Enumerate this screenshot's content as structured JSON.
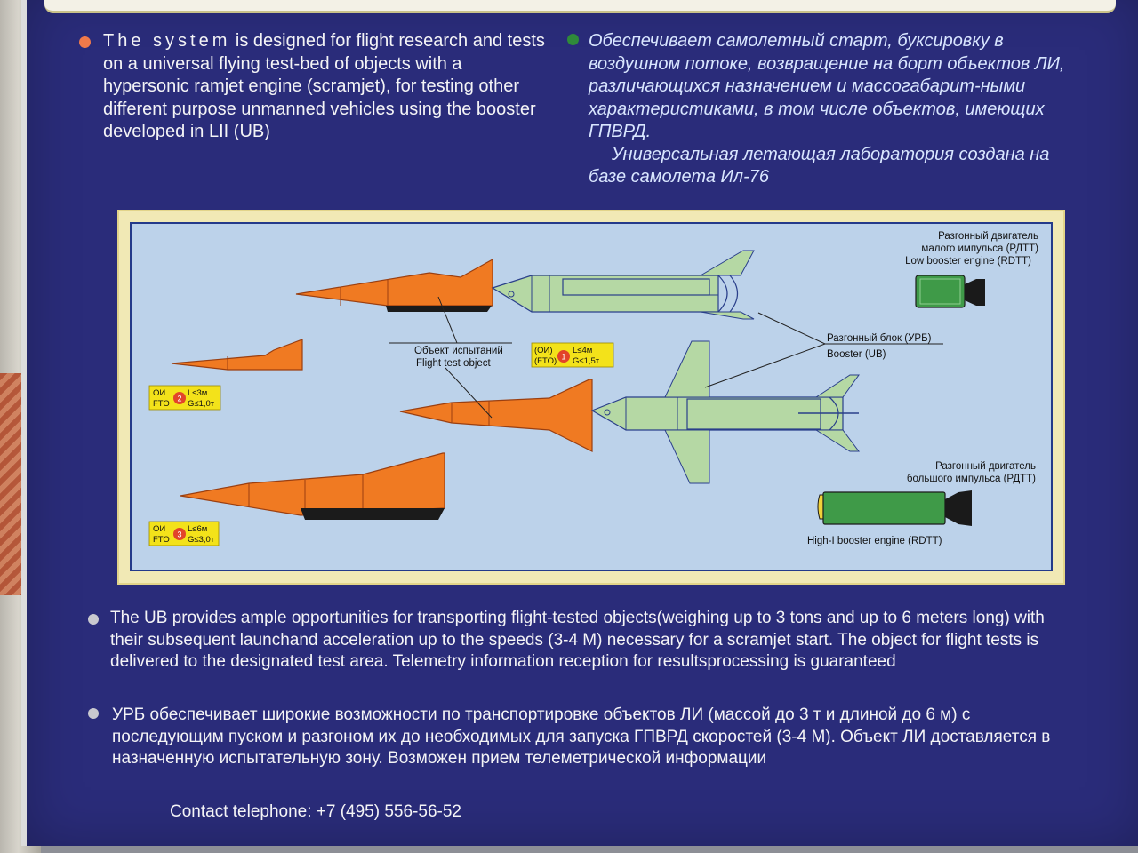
{
  "intro_en": {
    "lead": "The system",
    "text": " is designed for flight research and tests on a universal flying test-bed of objects with a hypersonic ramjet engine (scramjet), for testing other different purpose unmanned vehicles using the booster developed in LII (UB)"
  },
  "intro_ru": {
    "line1": "Обеспечивает самолетный старт, буксировку в воздушном потоке, возвращение на борт объектов ЛИ, различающихся назначением и массогабарит-ными характеристиками, в том числе объектов, имеющих ГПВРД.",
    "line2": "Универсальная летающая лаборатория создана на базе самолета Ил-76"
  },
  "diagram": {
    "low_booster_ru1": "Разгонный двигатель",
    "low_booster_ru2": "малого импульса (РДТТ)",
    "low_booster_en": "Low booster engine (RDTT)",
    "high_booster_ru1": "Разгонный двигатель",
    "high_booster_ru2": "большого импульса (РДТТ)",
    "high_booster_en": "High-I booster engine (RDTT)",
    "ub_ru": "Разгонный блок (УРБ)",
    "ub_en": "Booster (UB)",
    "object_ru": "Объект испытаний",
    "object_en": "Flight test object",
    "tag1": {
      "ru": "(ОИ)",
      "en": "(FTO)",
      "num": "1",
      "length": "L≤4м",
      "mass": "G≤1,5т"
    },
    "tag2": {
      "ru": "ОИ",
      "en": "FTO",
      "num": "2",
      "length": "L≤3м",
      "mass": "G≤1,0т"
    },
    "tag3": {
      "ru": "ОИ",
      "en": "FTO",
      "num": "3",
      "length": "L≤6м",
      "mass": "G≤3,0т"
    }
  },
  "body": {
    "p1": "The UB provides ample opportunities for transporting flight-tested objects(weighing up to 3 tons and up to 6 meters long) with their subsequent launchand acceleration up to the speeds (3-4 M) necessary for a scramjet start. The object for flight tests is delivered to the designated test area. Telemetry information reception for resultsprocessing is guaranteed",
    "p2": "УРБ обеспечивает широкие возможности по транспортировке объектов ЛИ (массой  до 3 т и длиной до 6 м) с последующим пуском и разгоном  их до необходимых для запуска ГПВРД скоростей (3-4 М). Объект ЛИ доставляется в назначенную испытательную зону. Возможен прием телеметрической информации"
  },
  "contact": "Contact telephone: +7 (495) 556-56-52",
  "colors": {
    "panel": "#2a2c7a",
    "orange": "#f07a22",
    "booster": "#b5d8a4",
    "engine": "#3f9a48",
    "diagram_bg": "#bcd2ea"
  }
}
